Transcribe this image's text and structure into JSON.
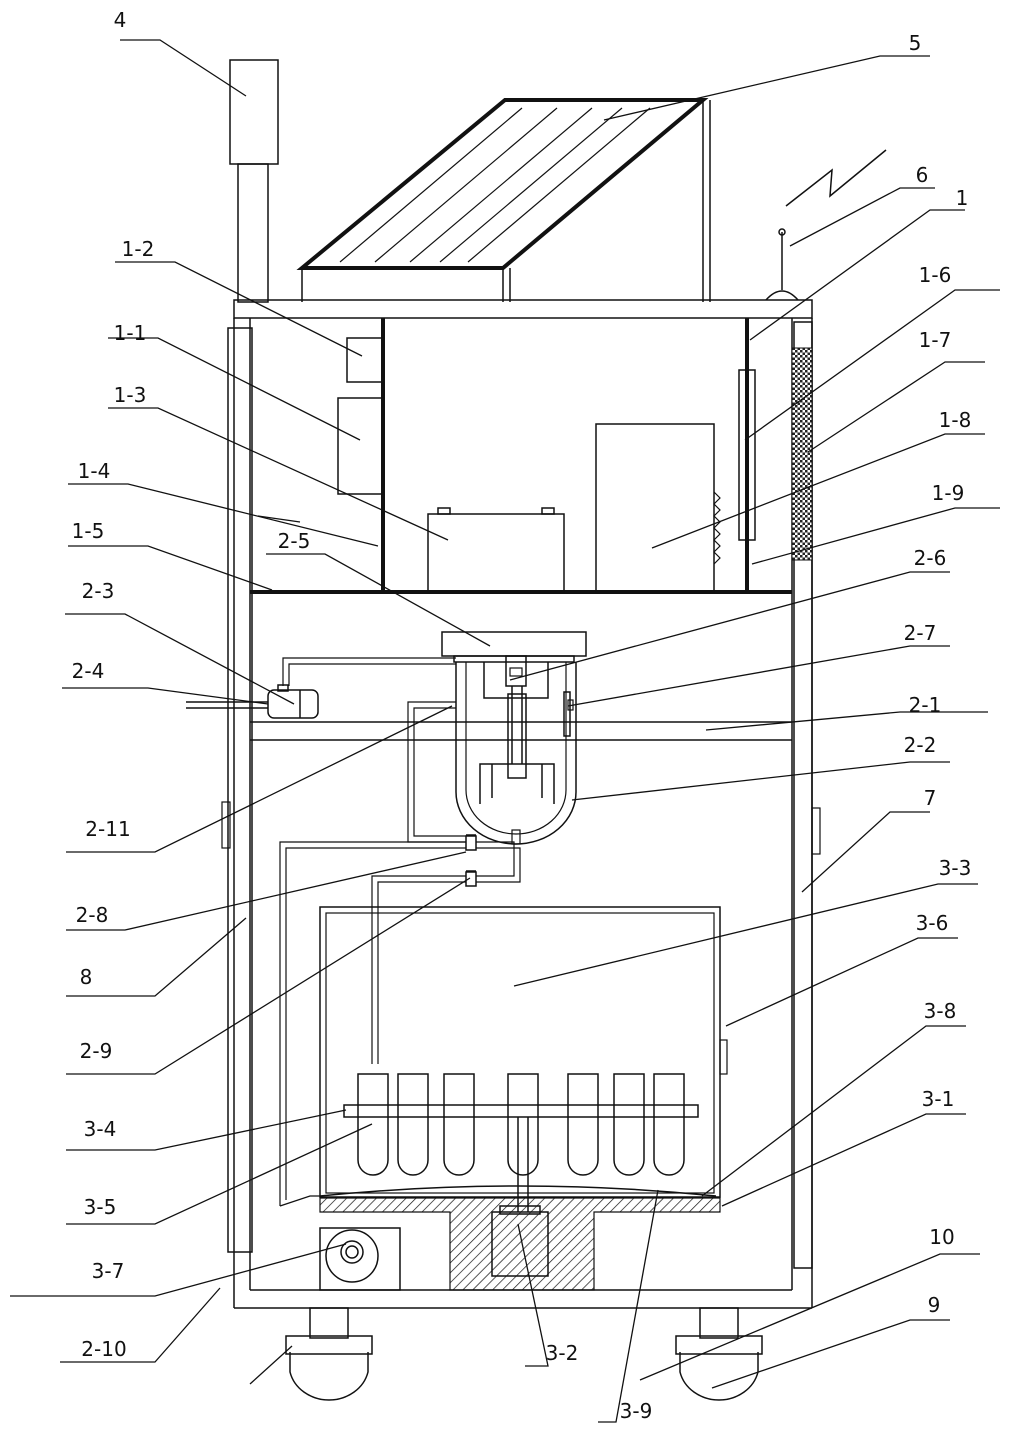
{
  "diagram": {
    "callouts": [
      {
        "id": "c4",
        "text": "4"
      },
      {
        "id": "c5",
        "text": "5"
      },
      {
        "id": "c6",
        "text": "6"
      },
      {
        "id": "c1",
        "text": "1"
      },
      {
        "id": "c1-2",
        "text": "1-2"
      },
      {
        "id": "c1-6",
        "text": "1-6"
      },
      {
        "id": "c1-1",
        "text": "1-1"
      },
      {
        "id": "c1-7",
        "text": "1-7"
      },
      {
        "id": "c1-3",
        "text": "1-3"
      },
      {
        "id": "c1-8",
        "text": "1-8"
      },
      {
        "id": "c1-4",
        "text": "1-4"
      },
      {
        "id": "c1-9",
        "text": "1-9"
      },
      {
        "id": "c1-5",
        "text": "1-5"
      },
      {
        "id": "c2-5",
        "text": "2-5"
      },
      {
        "id": "c2-6",
        "text": "2-6"
      },
      {
        "id": "c2-3",
        "text": "2-3"
      },
      {
        "id": "c2-7",
        "text": "2-7"
      },
      {
        "id": "c2-4",
        "text": "2-4"
      },
      {
        "id": "c2-1",
        "text": "2-1"
      },
      {
        "id": "c2-2",
        "text": "2-2"
      },
      {
        "id": "c2-11",
        "text": "2-11"
      },
      {
        "id": "c7",
        "text": "7"
      },
      {
        "id": "c3-3",
        "text": "3-3"
      },
      {
        "id": "c2-8",
        "text": "2-8"
      },
      {
        "id": "c3-6",
        "text": "3-6"
      },
      {
        "id": "c8",
        "text": "8"
      },
      {
        "id": "c3-8",
        "text": "3-8"
      },
      {
        "id": "c2-9",
        "text": "2-9"
      },
      {
        "id": "c3-1",
        "text": "3-1"
      },
      {
        "id": "c3-4",
        "text": "3-4"
      },
      {
        "id": "c3-5",
        "text": "3-5"
      },
      {
        "id": "c10",
        "text": "10"
      },
      {
        "id": "c3-7",
        "text": "3-7"
      },
      {
        "id": "c9",
        "text": "9"
      },
      {
        "id": "c2-10",
        "text": "2-10"
      },
      {
        "id": "c3-2",
        "text": "3-2"
      },
      {
        "id": "c3-9",
        "text": "3-9"
      }
    ]
  }
}
